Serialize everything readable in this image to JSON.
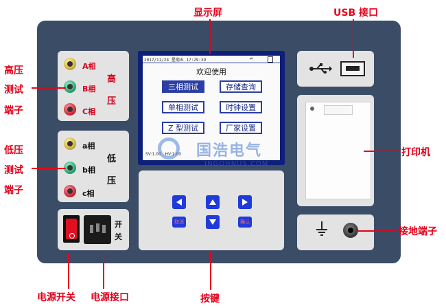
{
  "callouts": {
    "display": "显示屏",
    "usb": "USB 接口",
    "hv_terminal": [
      "高压",
      "测试",
      "端子"
    ],
    "lv_terminal": [
      "低压",
      "测试",
      "端子"
    ],
    "printer": "打印机",
    "ground_terminal": "接地端子",
    "power_switch": "电源开关",
    "power_socket": "电源接口",
    "keys": "按键"
  },
  "hv_panel": {
    "phases": [
      "A相",
      "B相",
      "C相"
    ],
    "title_top": "高",
    "title_bottom": "压"
  },
  "lv_panel": {
    "phases": [
      "a相",
      "b相",
      "c相"
    ],
    "title_top": "低",
    "title_bottom": "压"
  },
  "power_panel": {
    "switch_label_top": "开",
    "switch_label_bottom": "关"
  },
  "screen": {
    "status_bar": "2017/11/24 星期五 17:29:39",
    "welcome": "欢迎使用",
    "menu": [
      "三相测试",
      "存储查询",
      "单相测试",
      "时钟设置",
      "Z 型测试",
      "厂家设置"
    ],
    "selected_index": 0,
    "footer": "SV:1.00   HV:1.00"
  },
  "watermark": {
    "name": "国浩电气",
    "url": "INGOHNUS.COM"
  },
  "keypad": {
    "cancel": "取消",
    "confirm": "确认"
  },
  "colors": {
    "accent": "#e3001b",
    "device_body": "#3b4c66",
    "screen_frame": "#0e1f7a",
    "key_blue": "#1f3bd9"
  }
}
